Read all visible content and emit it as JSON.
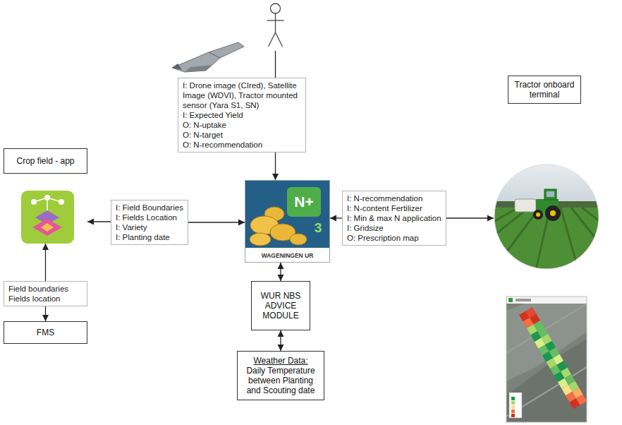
{
  "diagram": {
    "nodes": [
      {
        "text": [
          "I: Drone image (CIred), Satellite Image (WDVI), Tractor mounted sensor (Yara S1, SN)",
          "I: Expected Yield",
          "O: N-uptake",
          "O: N-target",
          "O: N-recommendation"
        ]
      },
      {
        "text": [
          "Crop field - app"
        ]
      },
      {
        "text": [
          "I: Field Boundaries",
          "I: Fields Location",
          "I: Variety",
          "I: Planting date"
        ]
      },
      {
        "text": [
          "N+",
          "3",
          "WAGENINGEN UR"
        ]
      },
      {
        "text": [
          "I: N-recommendation",
          "I: N-content Fertilizer",
          "I: Min & max N application",
          "I: Gridsize",
          "O: Prescription map"
        ]
      },
      {
        "text": [
          "Tractor onboard terminal"
        ]
      },
      {
        "text": [
          "Field boundaries",
          "Fields location"
        ]
      },
      {
        "text": [
          "FMS"
        ]
      },
      {
        "text": [
          "WUR NBS ADVICE MODULE"
        ]
      },
      {
        "text": [
          "Weather Data:",
          "Daily Temperature between Planting and Scouting date"
        ]
      }
    ],
    "edges": [
      {
        "from": 0,
        "to": 3,
        "arrow": "to"
      },
      {
        "from": 2,
        "to": 1,
        "arrow": "to"
      },
      {
        "from": 2,
        "to": 3,
        "arrow": "to"
      },
      {
        "from": 4,
        "to": 3,
        "arrow": "to"
      },
      {
        "from": 4,
        "to": 5,
        "arrow": "to"
      },
      {
        "from": 6,
        "to": 1,
        "arrow": "to"
      },
      {
        "from": 6,
        "to": 7,
        "arrow": "to"
      },
      {
        "from": 3,
        "to": 8,
        "arrow": "both"
      },
      {
        "from": 8,
        "to": 9,
        "arrow": "both"
      }
    ]
  }
}
